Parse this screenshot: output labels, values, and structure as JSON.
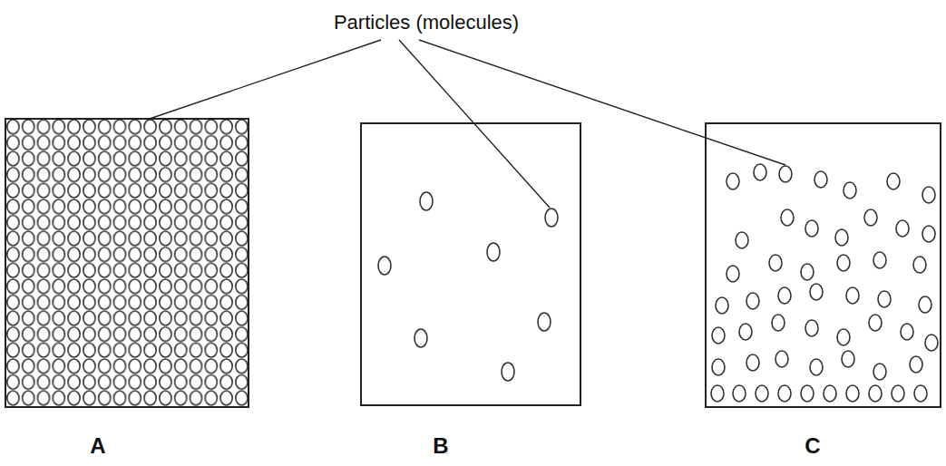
{
  "diagram": {
    "labels": [
      "Particles (molecules)",
      "A",
      "B",
      "C"
    ]
  }
}
